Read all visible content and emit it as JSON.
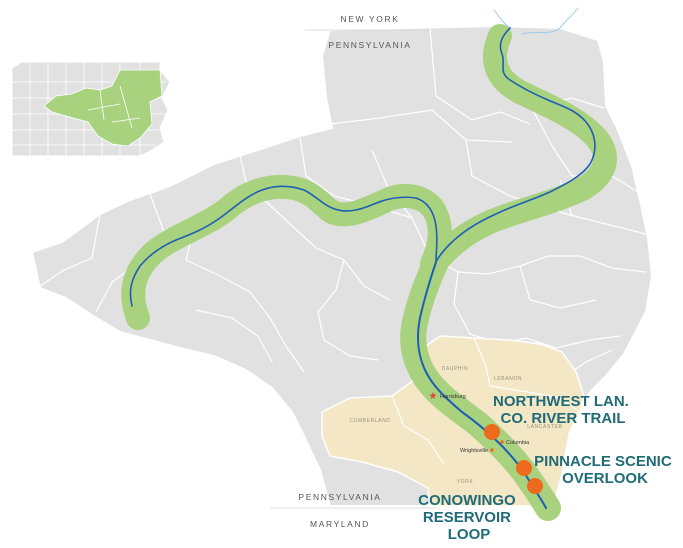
{
  "colors": {
    "background": "#ffffff",
    "county_fill": "#e1e1e1",
    "county_stroke": "#ffffff",
    "region_fill": "#f3e7c6",
    "corridor_fill": "#a9d27f",
    "river": "#1e5fb5",
    "river_north": "#9ecbe8",
    "marker": "#ee6a1c",
    "label": "#1f6b77"
  },
  "labels": {
    "new_york": "NEW YORK",
    "pennsylvania_top": "PENNSYLVANIA",
    "pennsylvania_bottom": "PENNSYLVANIA",
    "maryland": "MARYLAND"
  },
  "counties": {
    "dauphin": "DAUPHIN",
    "lebanon": "LEBANON",
    "cumberland": "CUMBERLAND",
    "lancaster": "LANCASTER",
    "york": "YORK"
  },
  "cities": {
    "harrisburg": "Harrisburg",
    "columbia": "Columbia",
    "wrightsville": "Wrightsville"
  },
  "sites": [
    {
      "lines": [
        "NORTHWEST LAN.",
        "CO. RIVER TRAIL"
      ]
    },
    {
      "lines": [
        "PINNACLE SCENIC",
        "OVERLOOK"
      ]
    },
    {
      "lines": [
        "CONOWINGO",
        "RESERVOIR",
        "LOOP"
      ]
    }
  ],
  "icons": {
    "capital": "star-icon",
    "site_marker": "circle-marker-icon"
  }
}
